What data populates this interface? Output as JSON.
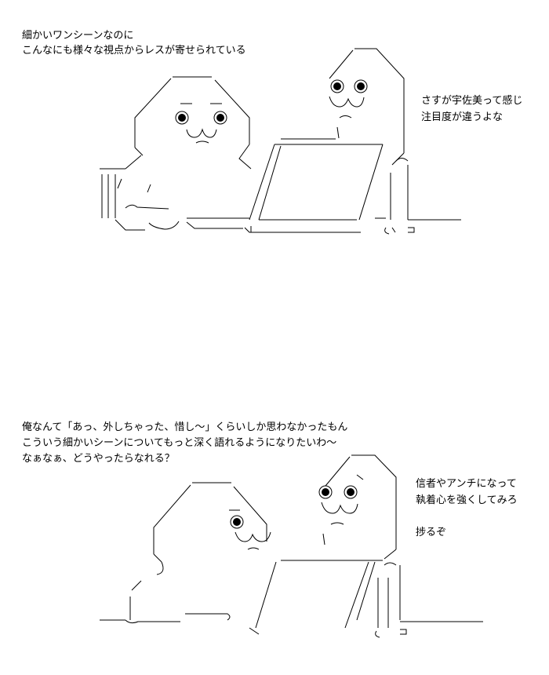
{
  "panel1": {
    "narration": [
      "細かいワンシーンなのに",
      "こんなにも様々な視点からレスが寄せられている"
    ],
    "speech": [
      "さすが宇佐美って感じ",
      "注目度が違うよな"
    ]
  },
  "panel2": {
    "narration": [
      "俺なんて「あっ、外しちゃった、惜し〜」くらいしか思わなかったもん",
      "こういう細かいシーンについてもっと深く語れるようになりたいわ〜",
      "なぁなぁ、どうやったらなれる？"
    ],
    "speech": [
      "信者やアンチになって",
      "執着心を強くしてみろ",
      "",
      "捗るぞ"
    ]
  }
}
